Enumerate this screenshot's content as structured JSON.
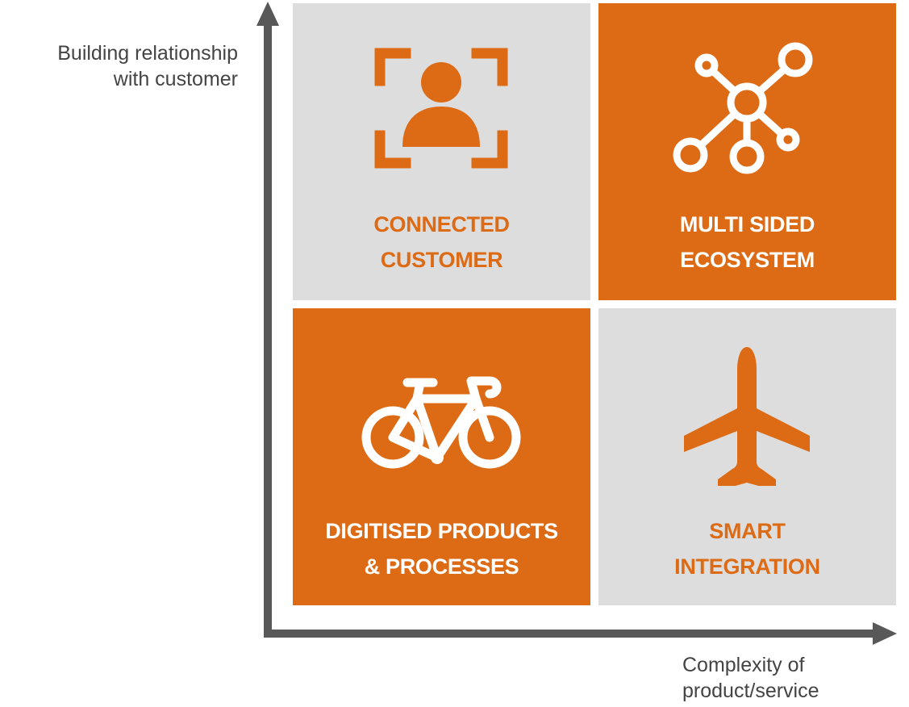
{
  "axes": {
    "y_label": "Building relationship\nwith customer",
    "x_label": "Complexity of\nproduct/service"
  },
  "quadrants": {
    "top_left": {
      "title": "CONNECTED\nCUSTOMER",
      "icon": "person-scan-icon",
      "fill": "#dddddd",
      "accent": "#dd6a14"
    },
    "top_right": {
      "title": "MULTI SIDED\nECOSYSTEM",
      "icon": "network-nodes-icon",
      "fill": "#dd6a14",
      "accent": "#ffffff"
    },
    "bottom_left": {
      "title": "DIGITISED PRODUCTS\n& PROCESSES",
      "icon": "bicycle-icon",
      "fill": "#dd6a14",
      "accent": "#ffffff"
    },
    "bottom_right": {
      "title": "SMART\nINTEGRATION",
      "icon": "airplane-icon",
      "fill": "#dddddd",
      "accent": "#dd6a14"
    }
  }
}
